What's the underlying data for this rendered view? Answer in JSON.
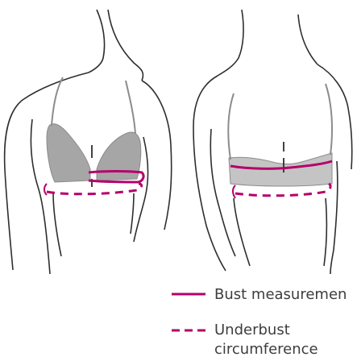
{
  "figure": {
    "colors": {
      "outline": "#2e2e2e",
      "garment": "#a6a6a6",
      "garment_light": "#c4c4c4",
      "garment_outline": "#8c8c8c",
      "measure": "#b5006b",
      "text": "#3d3d3d",
      "guide": "#2e2e2e"
    }
  },
  "legend": {
    "bust": {
      "label": "Bust measuremen",
      "swatch": "solid-line"
    },
    "underbust": {
      "label_line1": "Underbust",
      "label_line2": "circumference",
      "swatch": "dashed-line"
    }
  }
}
